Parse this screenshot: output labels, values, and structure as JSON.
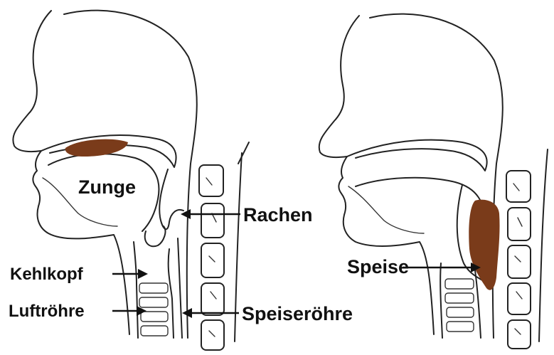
{
  "labels": {
    "zunge": "Zunge",
    "rachen": "Rachen",
    "kehlkopf": "Kehlkopf",
    "luftroehre": "Luftröhre",
    "speiseroehre": "Speiseröhre",
    "speise": "Speise"
  },
  "colors": {
    "food": "#7a3b1a",
    "line": "#222222"
  }
}
